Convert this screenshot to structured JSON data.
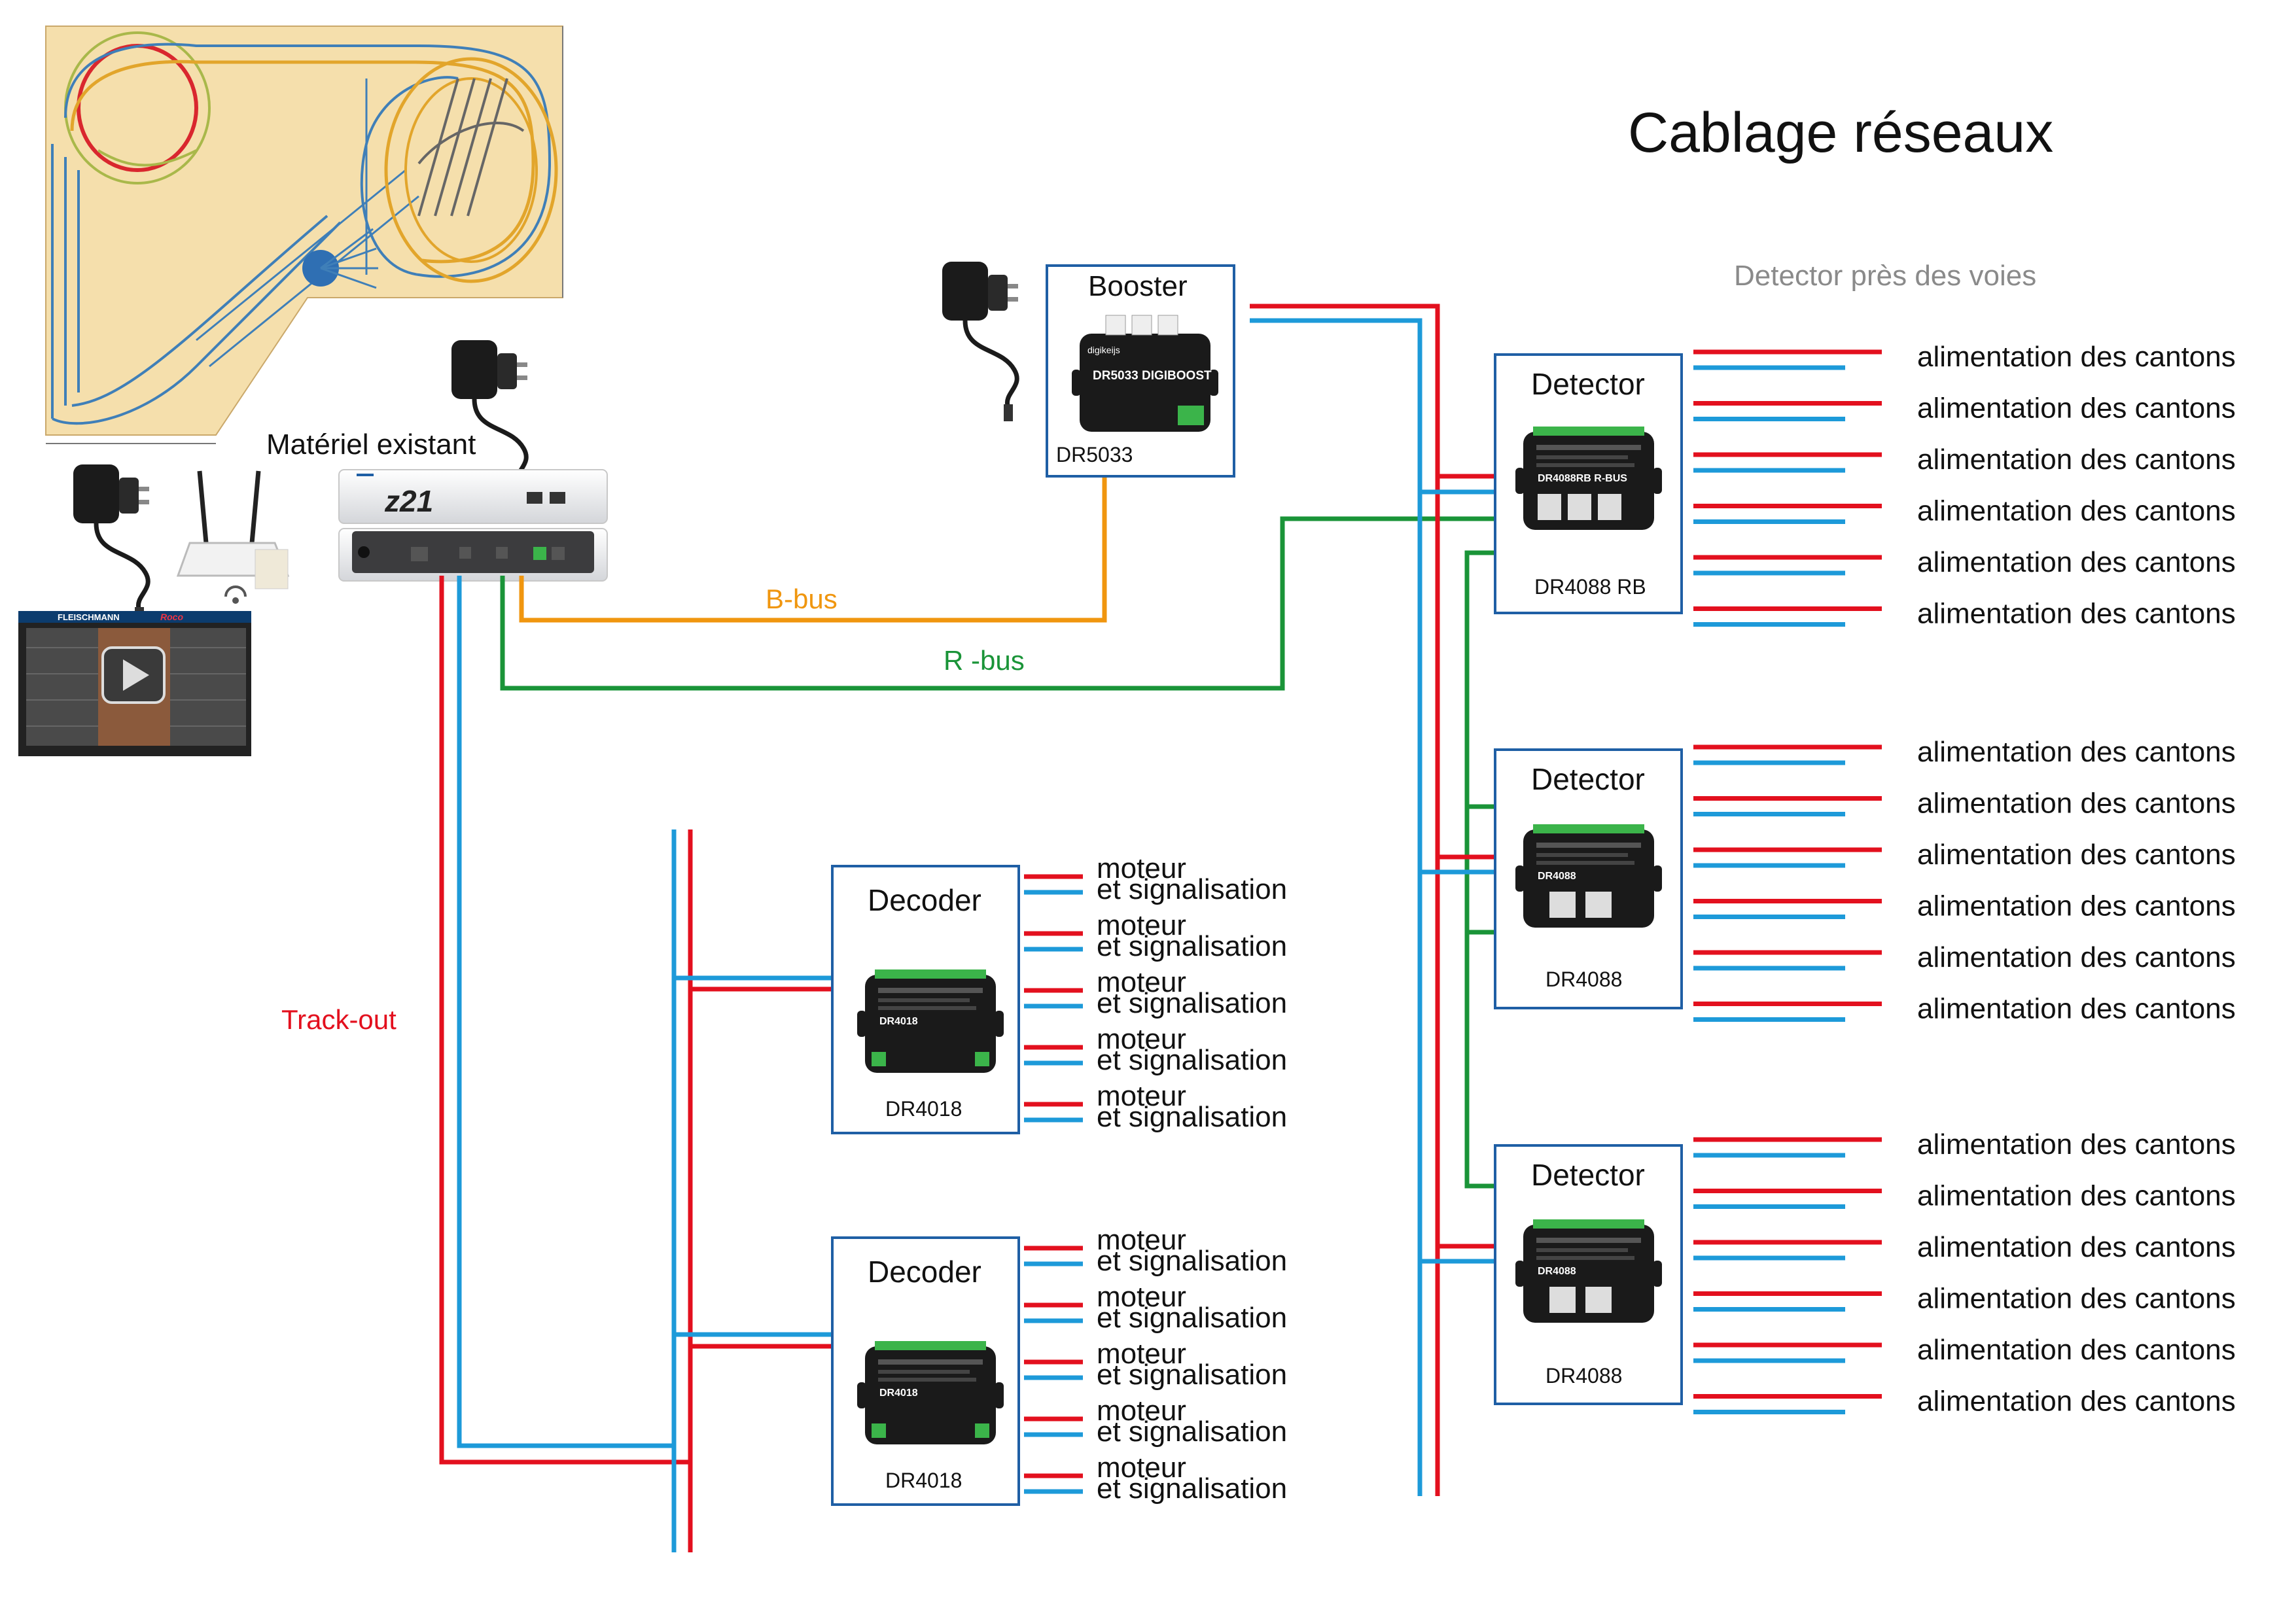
{
  "title": "Cablage réseaux",
  "subtitle": "Detector près des voies",
  "existing_label": "Matériel existant",
  "central": {
    "logo": "z21"
  },
  "booster": {
    "title": "Booster",
    "model": "DR5033",
    "board_text": "DR5033 DIGIBOOST",
    "brand": "digikeijs"
  },
  "bus_labels": {
    "b_bus": "B-bus",
    "r_bus": "R -bus",
    "track_out": "Track-out"
  },
  "detectors": [
    {
      "title": "Detector",
      "model": "DR4088 RB",
      "board_text": "DR4088RB R-BUS"
    },
    {
      "title": "Detector",
      "model": "DR4088",
      "board_text": "DR4088"
    },
    {
      "title": "Detector",
      "model": "DR4088",
      "board_text": "DR4088"
    }
  ],
  "decoders": [
    {
      "title": "Decoder",
      "model": "DR4018",
      "board_text": "DR4018"
    },
    {
      "title": "Decoder",
      "model": "DR4018",
      "board_text": "DR4018"
    }
  ],
  "output_labels": {
    "detector_output": "alimentation des cantons",
    "decoder_output_line1": "moteur",
    "decoder_output_line2": "et signalisation"
  },
  "tablet": {
    "brands": [
      "FLEISCHMANN",
      "Roco"
    ]
  },
  "colors": {
    "red": "#e3101e",
    "blue": "#1d9ad9",
    "green": "#1a9438",
    "orange": "#f0960f",
    "panel": "#f5dfac",
    "box_border": "#1f5fa5"
  }
}
